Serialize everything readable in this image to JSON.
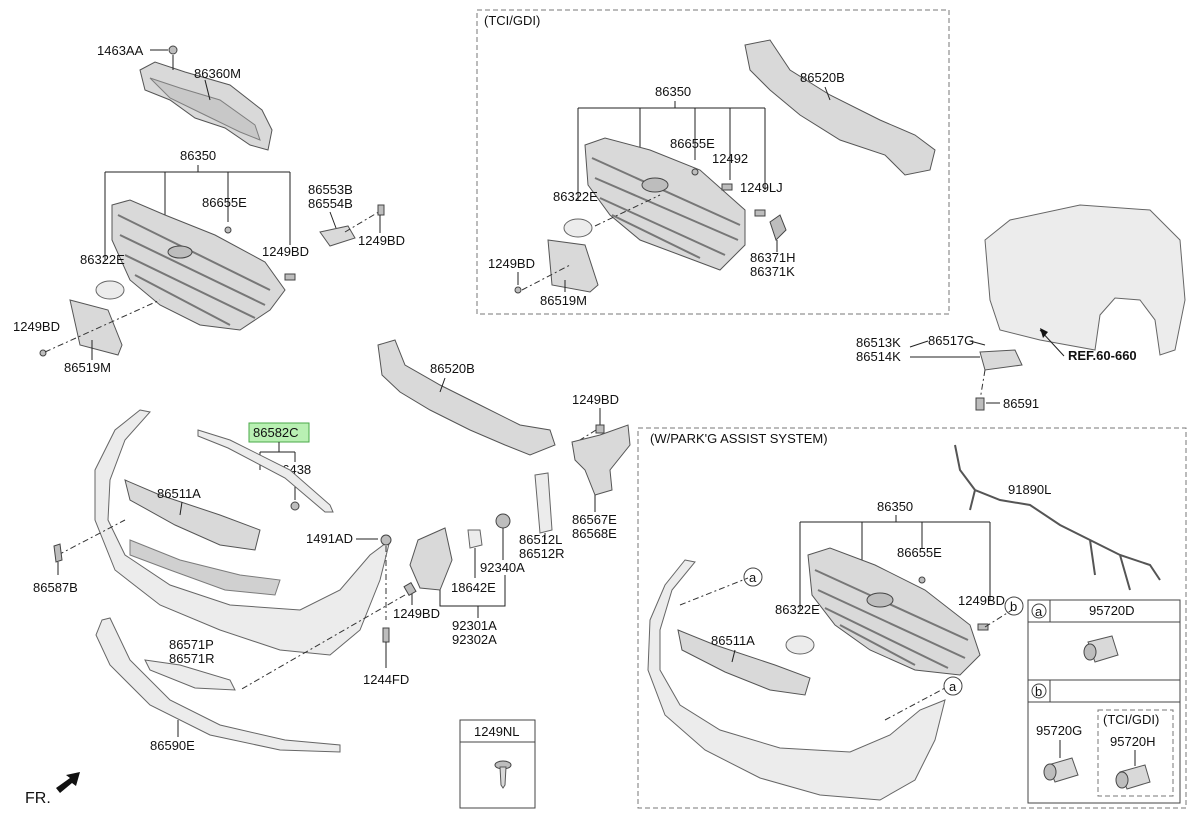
{
  "sections": {
    "tci_gdi": "(TCI/GDI)",
    "park_assist": "(W/PARK'G ASSIST SYSTEM)",
    "tci_gdi_small": "(TCI/GDI)"
  },
  "labels": {
    "l1463AA": "1463AA",
    "l86360M": "86360M",
    "l86350_a": "86350",
    "l86655E_a": "86655E",
    "l86322E_a": "86322E",
    "l1249BD_a": "1249BD",
    "l1249BD_b": "1249BD",
    "l86519M_a": "86519M",
    "l86553B": "86553B",
    "l86554B": "86554B",
    "l1249BD_c": "1249BD",
    "l86350_b": "86350",
    "l86655E_b": "86655E",
    "l12492": "12492",
    "l1249LJ": "1249LJ",
    "l86322E_b": "86322E",
    "l1249BD_d": "1249BD",
    "l86519M_b": "86519M",
    "l86371H": "86371H",
    "l86371K": "86371K",
    "l86520B_a": "86520B",
    "l86520B_b": "86520B",
    "l86513K": "86513K",
    "l86514K": "86514K",
    "l86517G": "86517G",
    "ref": "REF.60-660",
    "l86591": "86591",
    "l1249BD_e": "1249BD",
    "l86567E": "86567E",
    "l86568E": "86568E",
    "l86582C": "86582C",
    "l86438": "86438",
    "l86511A_a": "86511A",
    "l86587B": "86587B",
    "l1491AD": "1491AD",
    "l86512L": "86512L",
    "l86512R": "86512R",
    "l92340A": "92340A",
    "l18642E": "18642E",
    "l1249BD_f": "1249BD",
    "l92301A": "92301A",
    "l92302A": "92302A",
    "l1244FD": "1244FD",
    "l86571P": "86571P",
    "l86571R": "86571R",
    "l86590E": "86590E",
    "l1249NL": "1249NL",
    "l91890L": "91890L",
    "l86350_c": "86350",
    "l86655E_c": "86655E",
    "l86322E_c": "86322E",
    "l1249BD_g": "1249BD",
    "l86511A_b": "86511A",
    "l95720D": "95720D",
    "l95720G": "95720G",
    "l95720H": "95720H",
    "fr": "FR."
  },
  "callouts": {
    "a1": "a",
    "a2": "a",
    "b1": "b",
    "a_tbl": "a",
    "b_tbl": "b"
  },
  "colors": {
    "highlight": "#b9f0b3",
    "part_fill": "#d9d9d9"
  }
}
